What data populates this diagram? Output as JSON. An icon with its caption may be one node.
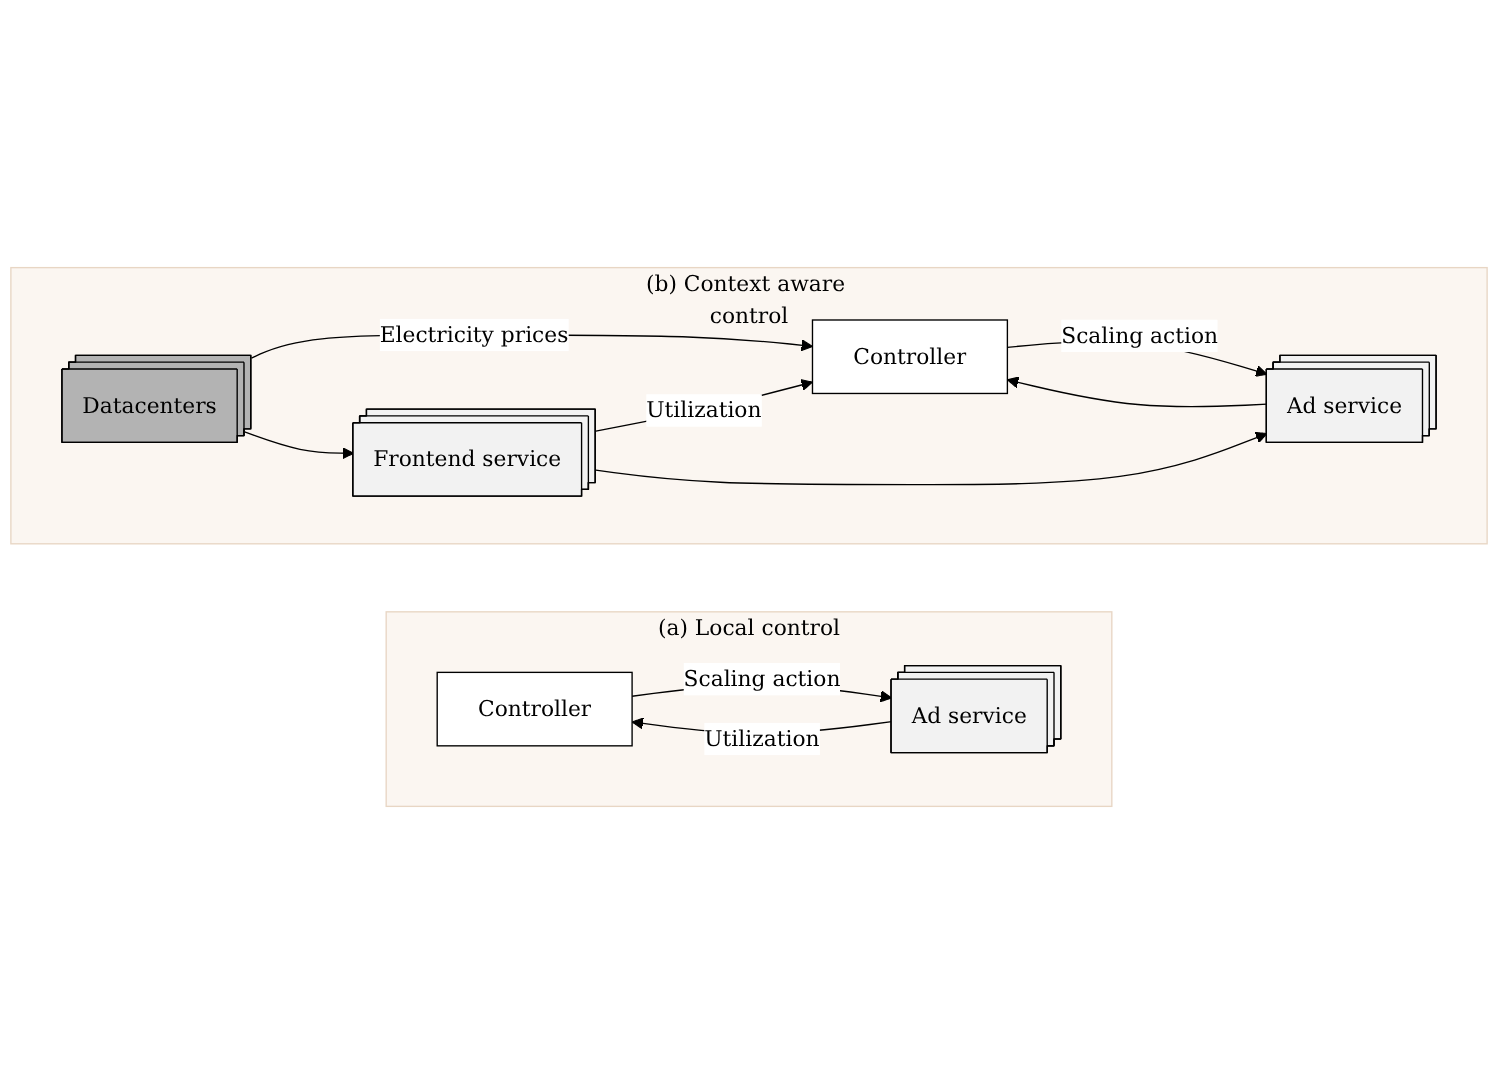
{
  "diagram": {
    "nodes": [
      {
        "text": [
          "(a) Local control"
        ]
      },
      {
        "text": [
          "Controller"
        ],
        "in": 0
      },
      {
        "text": [
          "Ad service"
        ],
        "in": 0
      },
      {
        "text": [
          "(b) Context aware control"
        ]
      },
      {
        "text": [
          "Datacenters"
        ],
        "in": 3
      },
      {
        "text": [
          "Controller"
        ],
        "in": 3
      },
      {
        "text": [
          "Frontend service"
        ],
        "in": 3
      },
      {
        "text": [
          "Ad service"
        ],
        "in": 3
      }
    ],
    "edges": [
      {
        "from": 2,
        "to": 1,
        "arrow": "to",
        "label": "Utilization"
      },
      {
        "from": 1,
        "to": 2,
        "arrow": "to",
        "label": "Scaling action"
      },
      {
        "from": 4,
        "to": 5,
        "arrow": "to",
        "label": "Electricity prices"
      },
      {
        "from": 6,
        "to": 5,
        "arrow": "to",
        "label": "Utilization"
      },
      {
        "from": 7,
        "to": 5,
        "arrow": "to"
      },
      {
        "from": 5,
        "to": 7,
        "arrow": "to",
        "label": "Scaling action"
      },
      {
        "from": 4,
        "to": 6,
        "arrow": "to"
      },
      {
        "from": 6,
        "to": 7,
        "arrow": "to"
      }
    ]
  }
}
